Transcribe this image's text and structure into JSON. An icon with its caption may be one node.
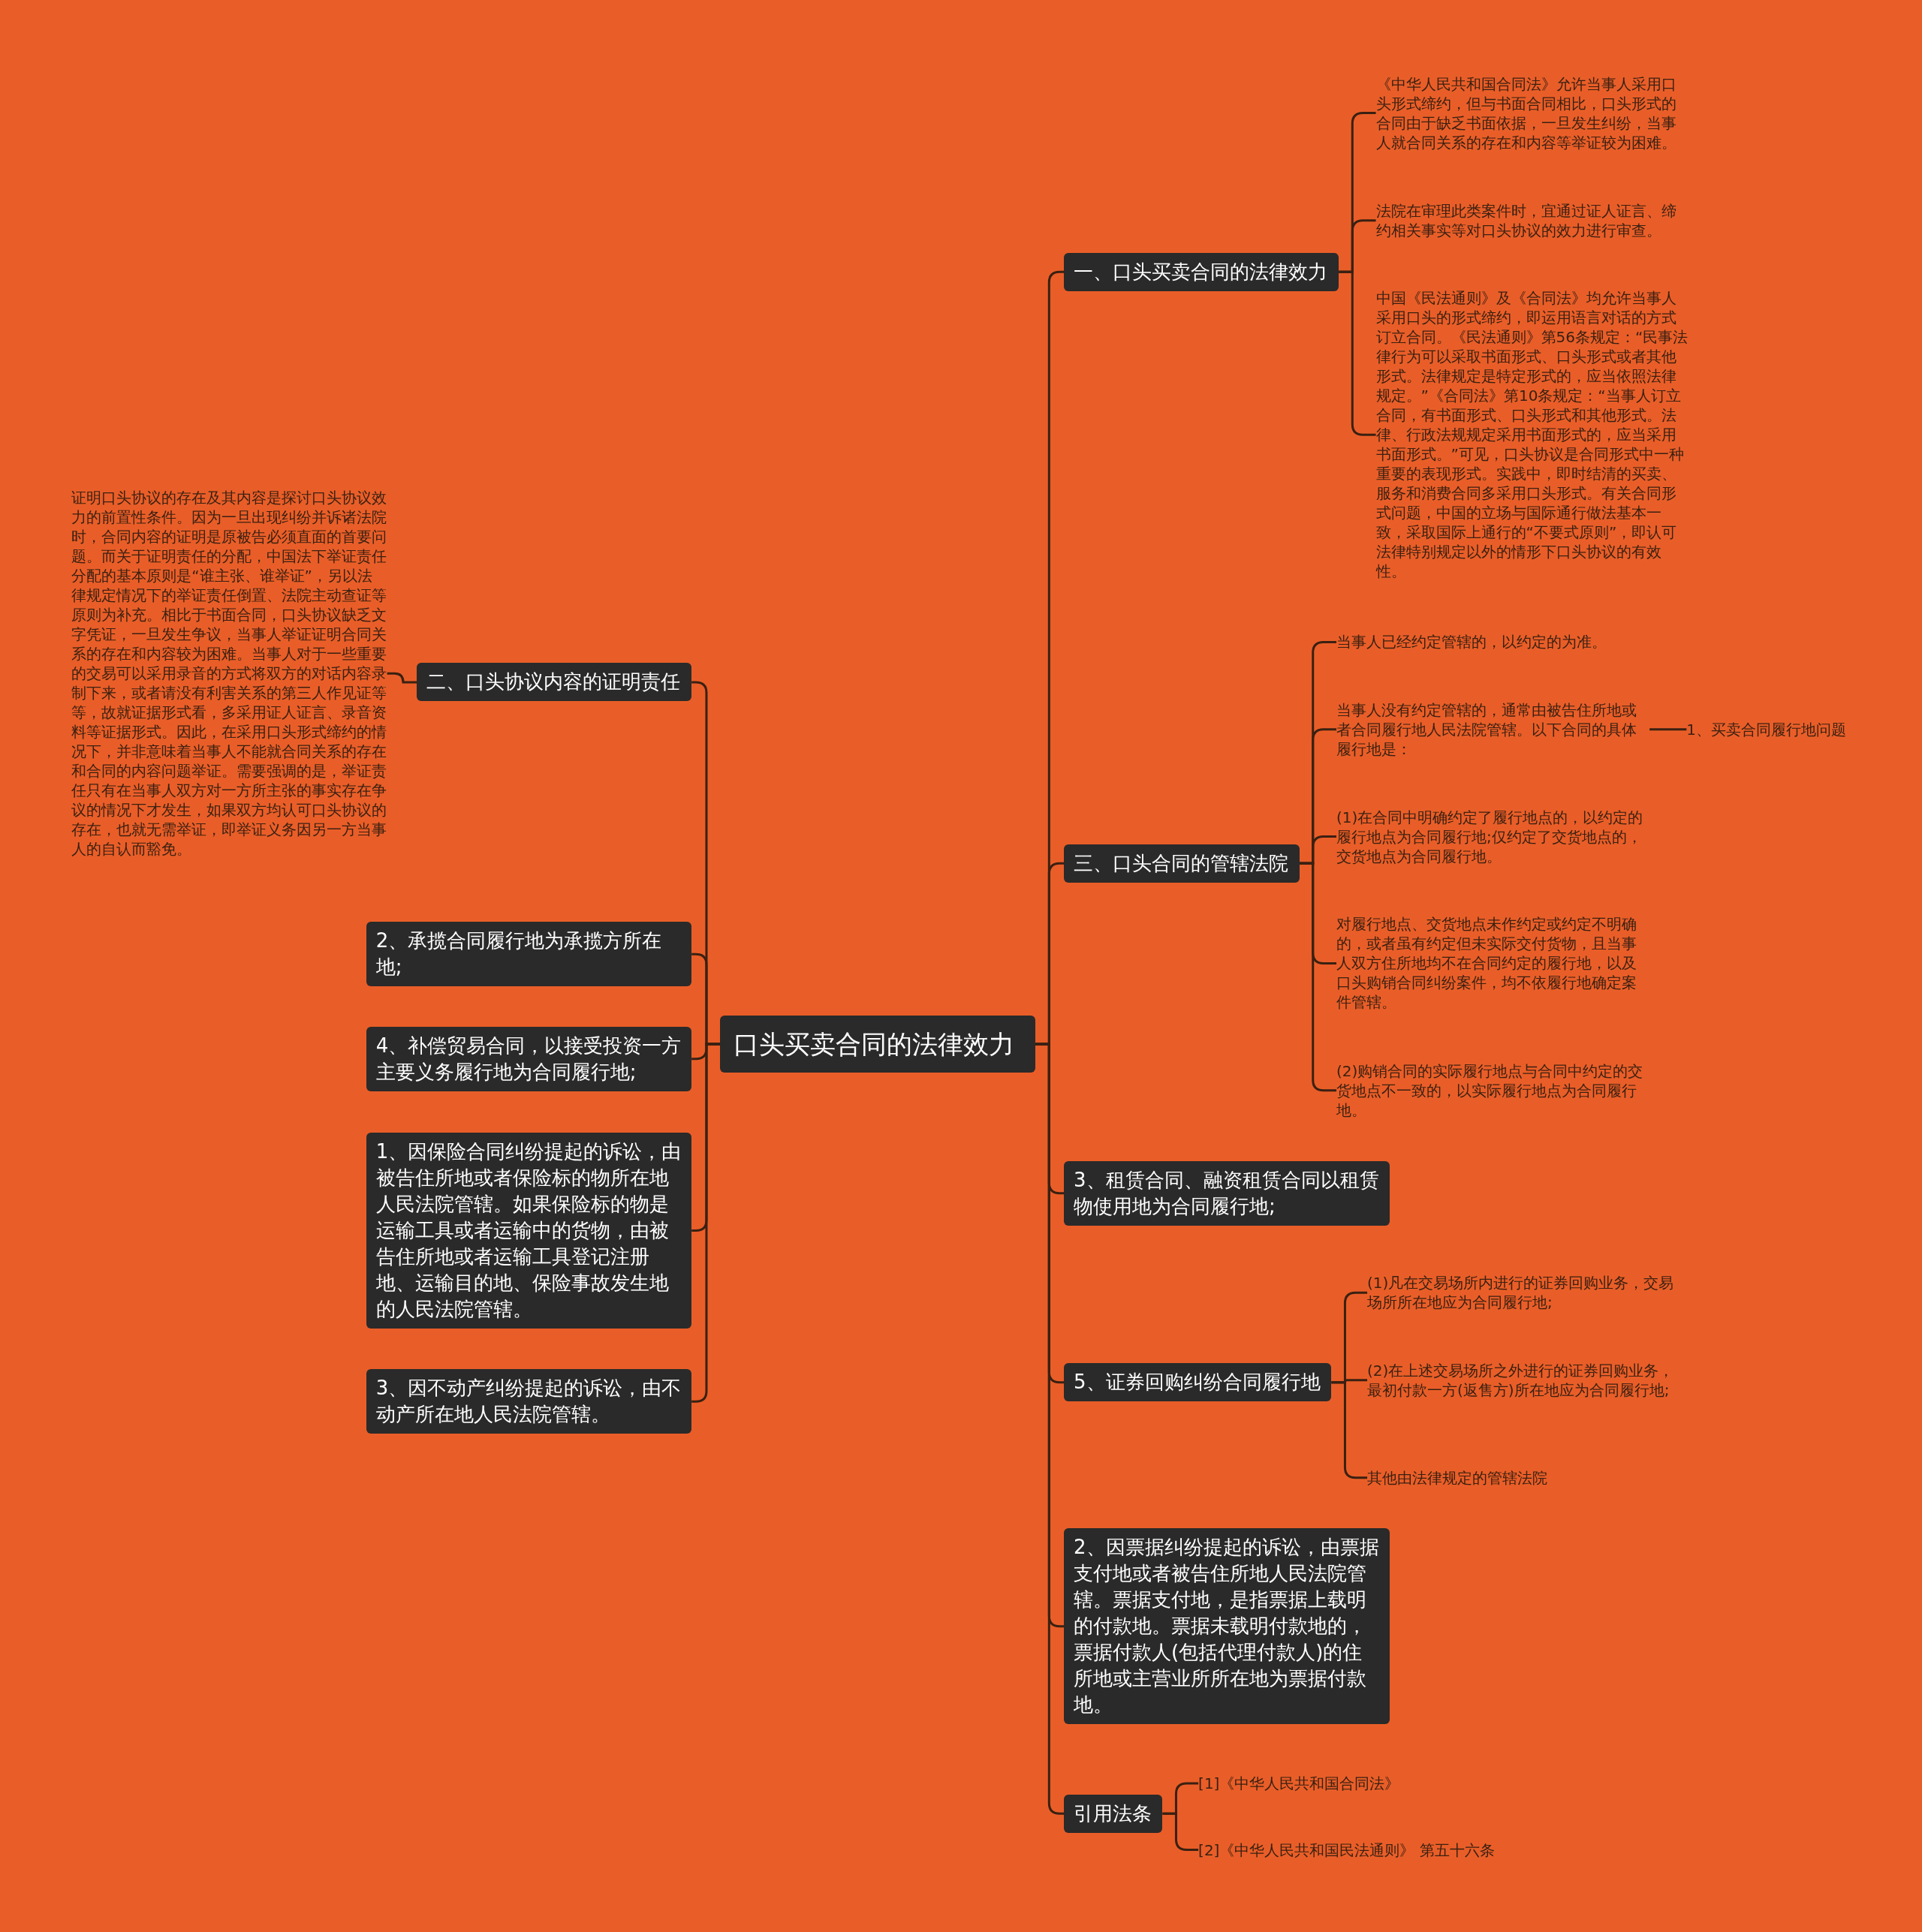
{
  "diagram": {
    "nodes": [
      {
        "text": [
          "口头买卖合同的法律效力"
        ]
      },
      {
        "text": [
          "一、口头买卖合同的法律效力"
        ]
      },
      {
        "text": [
          "《中华人民共和国合同法》允许当事人采用口头形式缔约，但与书面合同相比，口头形式的合同由于缺乏书面依据，一旦发生纠纷，当事人就合同关系的存在和内容等举证较为困难。"
        ]
      },
      {
        "text": [
          "法院在审理此类案件时，宜通过证人证言、缔约相关事实等对口头协议的效力进行审查。"
        ]
      },
      {
        "text": [
          "中国《民法通则》及《合同法》均允许当事人采用口头的形式缔约，即运用语言对话的方式订立合同。《民法通则》第56条规定：“民事法律行为可以采取书面形式、口头形式或者其他形式。法律规定是特定形式的，应当依照法律规定。”《合同法》第10条规定：“当事人订立合同，有书面形式、口头形式和其他形式。法律、行政法规规定采用书面形式的，应当采用书面形式。”可见，口头协议是合同形式中一种重要的表现形式。实践中，即时结清的买卖、服务和消费合同多采用口头形式。有关合同形式问题，中国的立场与国际通行做法基本一致，采取国际上通行的“不要式原则”，即认可法律特别规定以外的情形下口头协议的有效性。"
        ]
      },
      {
        "text": [
          "三、口头合同的管辖法院"
        ]
      },
      {
        "text": [
          "当事人已经约定管辖的，以约定的为准。"
        ]
      },
      {
        "text": [
          "当事人没有约定管辖的，通常由被告住所地或者合同履行地人民法院管辖。以下合同的具体履行地是："
        ]
      },
      {
        "text": [
          "1、买卖合同履行地问题"
        ]
      },
      {
        "text": [
          "(1)在合同中明确约定了履行地点的，以约定的履行地点为合同履行地;仅约定了交货地点的，交货地点为合同履行地。"
        ]
      },
      {
        "text": [
          "对履行地点、交货地点未作约定或约定不明确的，或者虽有约定但未实际交付货物，且当事人双方住所地均不在合同约定的履行地，以及口头购销合同纠纷案件，均不依履行地确定案件管辖。"
        ]
      },
      {
        "text": [
          "(2)购销合同的实际履行地点与合同中约定的交货地点不一致的，以实际履行地点为合同履行地。"
        ]
      },
      {
        "text": [
          "3、租赁合同、融资租赁合同以租赁物使用地为合同履行地;"
        ]
      },
      {
        "text": [
          "5、证券回购纠纷合同履行地"
        ]
      },
      {
        "text": [
          "(1)凡在交易场所内进行的证券回购业务，交易场所所在地应为合同履行地;"
        ]
      },
      {
        "text": [
          "(2)在上述交易场所之外进行的证券回购业务，最初付款一方(返售方)所在地应为合同履行地;"
        ]
      },
      {
        "text": [
          "其他由法律规定的管辖法院"
        ]
      },
      {
        "text": [
          "2、因票据纠纷提起的诉讼，由票据支付地或者被告住所地人民法院管辖。票据支付地，是指票据上载明的付款地。票据未载明付款地的，票据付款人(包括代理付款人)的住所地或主营业所所在地为票据付款地。"
        ]
      },
      {
        "text": [
          "引用法条"
        ]
      },
      {
        "text": [
          "[1]《中华人民共和国合同法》"
        ]
      },
      {
        "text": [
          "[2]《中华人民共和国民法通则》 第五十六条"
        ]
      },
      {
        "text": [
          "二、口头协议内容的证明责任"
        ]
      },
      {
        "text": [
          "证明口头协议的存在及其内容是探讨口头协议效力的前置性条件。因为一旦出现纠纷并诉诸法院时，合同内容的证明是原被告必须直面的首要问题。而关于证明责任的分配，中国法下举证责任分配的基本原则是“谁主张、谁举证”，另以法律规定情况下的举证责任倒置、法院主动查证等原则为补充。相比于书面合同，口头协议缺乏文字凭证，一旦发生争议，当事人举证证明合同关系的存在和内容较为困难。当事人对于一些重要的交易可以采用录音的方式将双方的对话内容录制下来，或者请没有利害关系的第三人作见证等等，故就证据形式看，多采用证人证言、录音资料等证据形式。因此，在采用口头形式缔约的情况下，并非意味着当事人不能就合同关系的存在和合同的内容问题举证。需要强调的是，举证责任只有在当事人双方对一方所主张的事实存在争议的情况下才发生，如果双方均认可口头协议的存在，也就无需举证，即举证义务因另一方当事人的自认而豁免。"
        ]
      },
      {
        "text": [
          "2、承揽合同履行地为承揽方所在地;"
        ]
      },
      {
        "text": [
          "4、补偿贸易合同，以接受投资一方主要义务履行地为合同履行地;"
        ]
      },
      {
        "text": [
          "1、因保险合同纠纷提起的诉讼，由被告住所地或者保险标的物所在地人民法院管辖。如果保险标的物是运输工具或者运输中的货物，由被告住所地或者运输工具登记注册地、运输目的地、保险事故发生地的人民法院管辖。"
        ]
      },
      {
        "text": [
          "3、因不动产纠纷提起的诉讼，由不动产所在地人民法院管辖。"
        ]
      }
    ],
    "edges": [
      {
        "from": 0,
        "to": 1,
        "arrow": "none"
      },
      {
        "from": 1,
        "to": 2,
        "arrow": "none"
      },
      {
        "from": 1,
        "to": 3,
        "arrow": "none"
      },
      {
        "from": 1,
        "to": 4,
        "arrow": "none"
      },
      {
        "from": 0,
        "to": 5,
        "arrow": "none"
      },
      {
        "from": 5,
        "to": 6,
        "arrow": "none"
      },
      {
        "from": 5,
        "to": 7,
        "arrow": "none"
      },
      {
        "from": 7,
        "to": 8,
        "arrow": "none"
      },
      {
        "from": 5,
        "to": 9,
        "arrow": "none"
      },
      {
        "from": 5,
        "to": 10,
        "arrow": "none"
      },
      {
        "from": 5,
        "to": 11,
        "arrow": "none"
      },
      {
        "from": 0,
        "to": 12,
        "arrow": "none"
      },
      {
        "from": 0,
        "to": 13,
        "arrow": "none"
      },
      {
        "from": 13,
        "to": 14,
        "arrow": "none"
      },
      {
        "from": 13,
        "to": 15,
        "arrow": "none"
      },
      {
        "from": 13,
        "to": 16,
        "arrow": "none"
      },
      {
        "from": 0,
        "to": 17,
        "arrow": "none"
      },
      {
        "from": 0,
        "to": 18,
        "arrow": "none"
      },
      {
        "from": 18,
        "to": 19,
        "arrow": "none"
      },
      {
        "from": 18,
        "to": 20,
        "arrow": "none"
      },
      {
        "from": 0,
        "to": 21,
        "arrow": "none"
      },
      {
        "from": 21,
        "to": 22,
        "arrow": "none"
      },
      {
        "from": 0,
        "to": 23,
        "arrow": "none"
      },
      {
        "from": 0,
        "to": 24,
        "arrow": "none"
      },
      {
        "from": 0,
        "to": 25,
        "arrow": "none"
      },
      {
        "from": 0,
        "to": 26,
        "arrow": "none"
      }
    ]
  }
}
